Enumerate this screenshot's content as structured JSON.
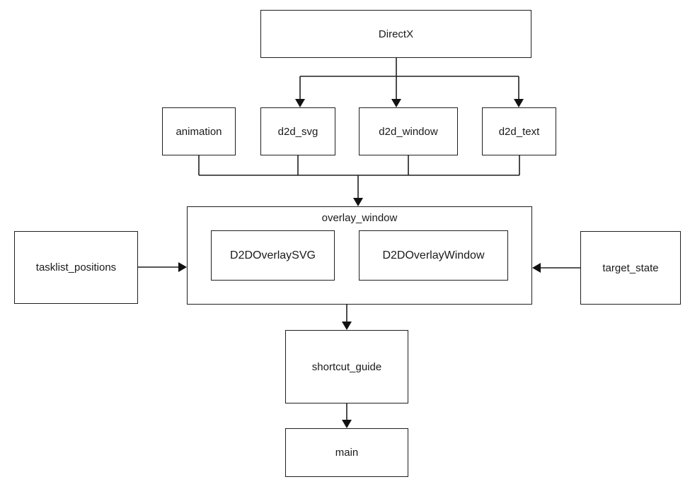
{
  "diagram": {
    "title": "module dependency diagram",
    "colors": {
      "background": "#ffffff",
      "line": "#1f1f1f",
      "box_border": "#1f1f1f",
      "text": "#1a1a1a"
    },
    "nodes": {
      "directx": {
        "label": "DirectX"
      },
      "animation": {
        "label": "animation"
      },
      "d2d_svg": {
        "label": "d2d_svg"
      },
      "d2d_window": {
        "label": "d2d_window"
      },
      "d2d_text": {
        "label": "d2d_text"
      },
      "overlay_window": {
        "label": "overlay_window"
      },
      "d2d_overlay_svg": {
        "label": "D2DOverlaySVG"
      },
      "d2d_overlay_window": {
        "label": "D2DOverlayWindow"
      },
      "tasklist_positions": {
        "label": "tasklist_positions"
      },
      "target_state": {
        "label": "target_state"
      },
      "shortcut_guide": {
        "label": "shortcut_guide"
      },
      "main": {
        "label": "main"
      }
    },
    "edges": [
      {
        "from": "DirectX",
        "to": "d2d_svg"
      },
      {
        "from": "DirectX",
        "to": "d2d_window"
      },
      {
        "from": "DirectX",
        "to": "d2d_text"
      },
      {
        "from": "animation",
        "to": "overlay_window"
      },
      {
        "from": "d2d_svg",
        "to": "overlay_window"
      },
      {
        "from": "d2d_window",
        "to": "overlay_window"
      },
      {
        "from": "d2d_text",
        "to": "overlay_window"
      },
      {
        "from": "tasklist_positions",
        "to": "overlay_window"
      },
      {
        "from": "target_state",
        "to": "overlay_window"
      },
      {
        "from": "overlay_window",
        "to": "shortcut_guide"
      },
      {
        "from": "shortcut_guide",
        "to": "main"
      }
    ],
    "containment": [
      {
        "parent": "overlay_window",
        "children": [
          "D2DOverlaySVG",
          "D2DOverlayWindow"
        ]
      }
    ]
  }
}
